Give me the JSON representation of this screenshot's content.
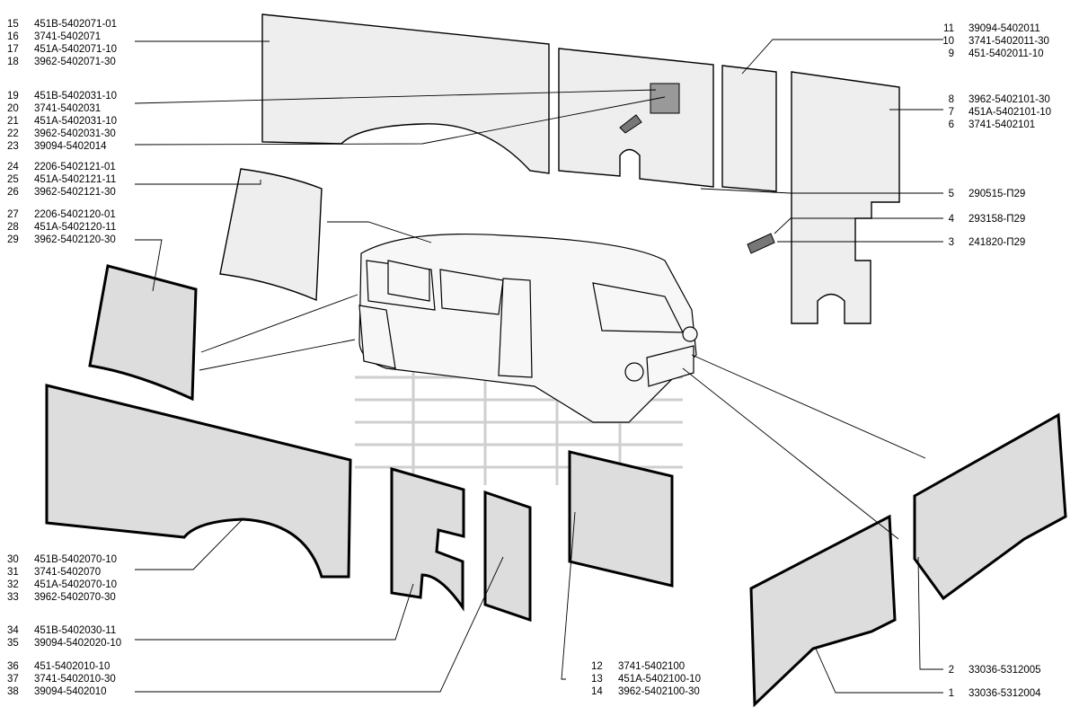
{
  "callouts": {
    "left_top": [
      {
        "num": "15",
        "code": "451B-5402071-01"
      },
      {
        "num": "16",
        "code": "3741-5402071"
      },
      {
        "num": "17",
        "code": "451A-5402071-10"
      },
      {
        "num": "18",
        "code": "3962-5402071-30"
      },
      {
        "num": "19",
        "code": "451B-5402031-10"
      },
      {
        "num": "20",
        "code": "3741-5402031"
      },
      {
        "num": "21",
        "code": "451A-5402031-10"
      },
      {
        "num": "22",
        "code": "3962-5402031-30"
      },
      {
        "num": "23",
        "code": "39094-5402014"
      },
      {
        "num": "24",
        "code": "2206-5402121-01"
      },
      {
        "num": "25",
        "code": "451A-5402121-11"
      },
      {
        "num": "26",
        "code": "3962-5402121-30"
      },
      {
        "num": "27",
        "code": "2206-5402120-01"
      },
      {
        "num": "28",
        "code": "451A-5402120-11"
      },
      {
        "num": "29",
        "code": "3962-5402120-30"
      }
    ],
    "left_bottom": [
      {
        "num": "30",
        "code": "451B-5402070-10"
      },
      {
        "num": "31",
        "code": "3741-5402070"
      },
      {
        "num": "32",
        "code": "451A-5402070-10"
      },
      {
        "num": "33",
        "code": "3962-5402070-30"
      },
      {
        "num": "34",
        "code": "451B-5402030-11"
      },
      {
        "num": "35",
        "code": "39094-5402020-10"
      },
      {
        "num": "36",
        "code": "451-5402010-10"
      },
      {
        "num": "37",
        "code": "3741-5402010-30"
      },
      {
        "num": "38",
        "code": "39094-5402010"
      }
    ],
    "right": [
      {
        "num": "11",
        "code": "39094-5402011"
      },
      {
        "num": "10",
        "code": "3741-5402011-30"
      },
      {
        "num": "9",
        "code": "451-5402011-10"
      },
      {
        "num": "8",
        "code": "3962-5402101-30"
      },
      {
        "num": "7",
        "code": "451A-5402101-10"
      },
      {
        "num": "6",
        "code": "3741-5402101"
      },
      {
        "num": "5",
        "code": "290515-П29"
      },
      {
        "num": "4",
        "code": "293158-П29"
      },
      {
        "num": "3",
        "code": "241820-П29"
      },
      {
        "num": "2",
        "code": "33036-5312005"
      },
      {
        "num": "1",
        "code": "33036-5312004"
      }
    ],
    "bottom_center": [
      {
        "num": "12",
        "code": "3741-5402100"
      },
      {
        "num": "13",
        "code": "451A-5402100-10"
      },
      {
        "num": "14",
        "code": "3962-5402100-30"
      }
    ]
  }
}
